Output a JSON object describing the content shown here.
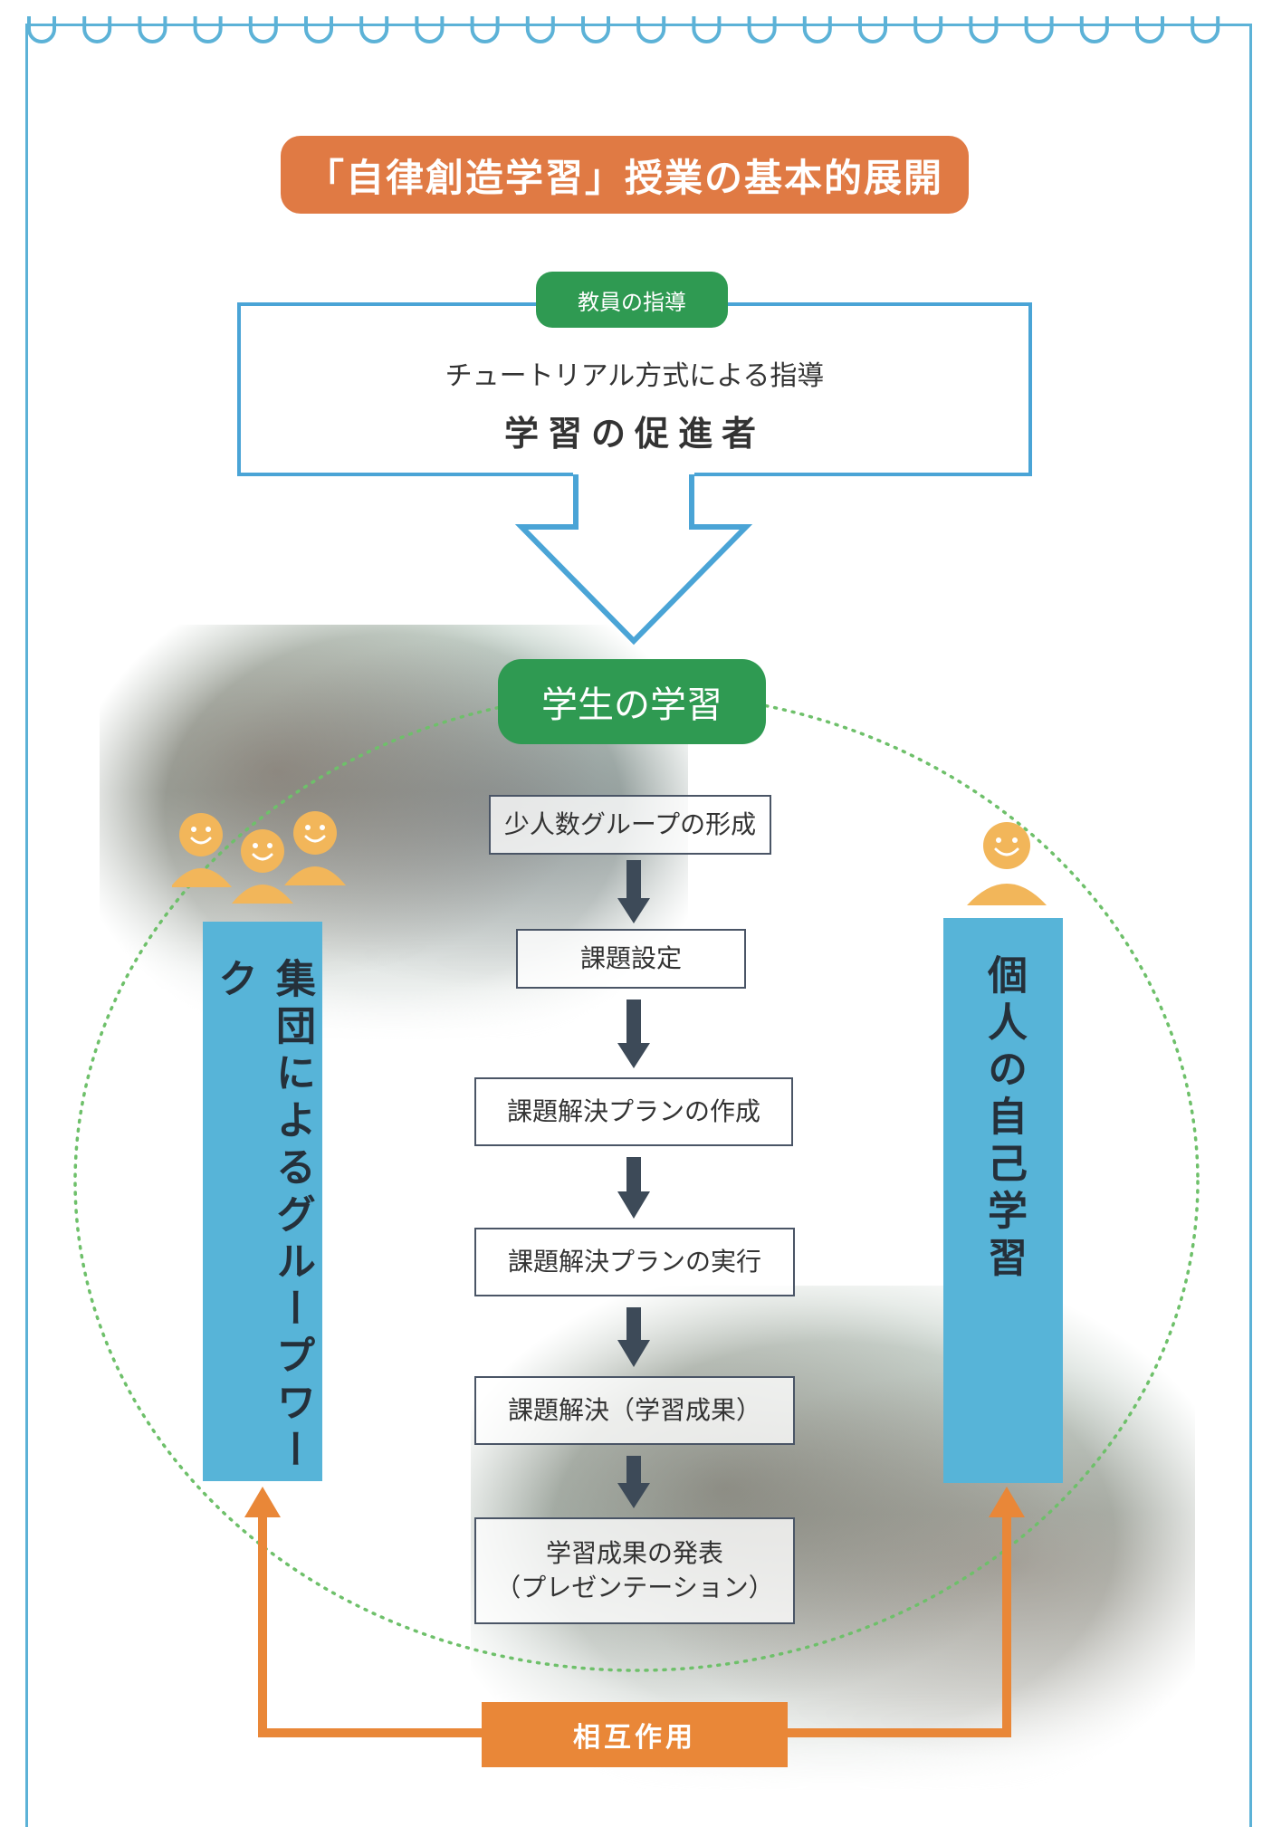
{
  "title": "「自律創造学習」授業の基本的展開",
  "teacher": {
    "badge": "教員の指導",
    "subtitle": "チュートリアル方式による指導",
    "main": "学習の促進者"
  },
  "student": {
    "badge": "学生の学習"
  },
  "steps": [
    "少人数グループの形成",
    "課題設定",
    "課題解決プランの作成",
    "課題解決プランの実行",
    "課題解決（学習成果）",
    "学習成果の発表\n（プレゼンテーション）"
  ],
  "left_bar": "集団によるグループワーク",
  "right_bar": "個人の自己学習",
  "interaction": "相互作用",
  "colors": {
    "frame_blue": "#5cb2d7",
    "title_orange": "#e07a44",
    "badge_green": "#2f9a52",
    "bar_blue": "#57b4d8",
    "arrow_orange": "#e98738",
    "face_orange": "#f2b65a",
    "dot_green": "#6ec06a",
    "step_arrow": "#3d4a58"
  }
}
